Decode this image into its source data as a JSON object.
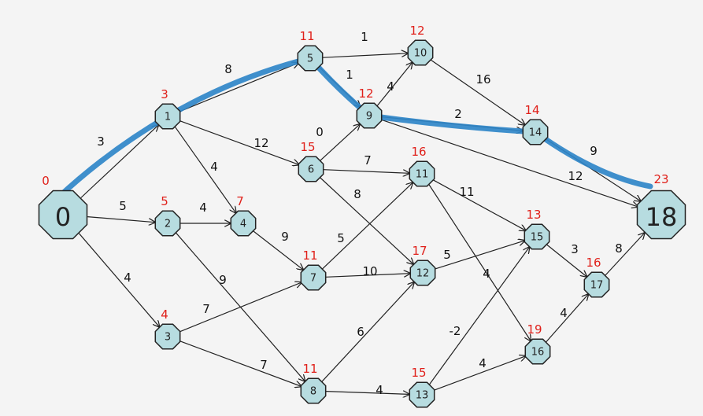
{
  "highlight_color": "#2f86c8",
  "node_fill": "#b7dce0",
  "distance_color": "#e0201a",
  "nodes": [
    {
      "id": "0",
      "label": "0",
      "dist": "0"
    },
    {
      "id": "1",
      "label": "1",
      "dist": "3"
    },
    {
      "id": "2",
      "label": "2",
      "dist": "5"
    },
    {
      "id": "3",
      "label": "3",
      "dist": "4"
    },
    {
      "id": "4",
      "label": "4",
      "dist": "7"
    },
    {
      "id": "5",
      "label": "5",
      "dist": "11"
    },
    {
      "id": "6",
      "label": "6",
      "dist": "15"
    },
    {
      "id": "7",
      "label": "7",
      "dist": "11"
    },
    {
      "id": "8",
      "label": "8",
      "dist": "11"
    },
    {
      "id": "9",
      "label": "9",
      "dist": "12"
    },
    {
      "id": "10",
      "label": "10",
      "dist": "12"
    },
    {
      "id": "11",
      "label": "11",
      "dist": "16"
    },
    {
      "id": "12",
      "label": "12",
      "dist": "17"
    },
    {
      "id": "13",
      "label": "13",
      "dist": "15"
    },
    {
      "id": "14",
      "label": "14",
      "dist": "14"
    },
    {
      "id": "15",
      "label": "15",
      "dist": "13"
    },
    {
      "id": "16",
      "label": "16",
      "dist": "19"
    },
    {
      "id": "17",
      "label": "17",
      "dist": "16"
    },
    {
      "id": "18",
      "label": "18",
      "dist": "23"
    }
  ],
  "edges": [
    {
      "from": "0",
      "to": "1",
      "w": "3"
    },
    {
      "from": "0",
      "to": "2",
      "w": "5"
    },
    {
      "from": "0",
      "to": "3",
      "w": "4"
    },
    {
      "from": "1",
      "to": "5",
      "w": "8"
    },
    {
      "from": "1",
      "to": "6",
      "w": "12"
    },
    {
      "from": "1",
      "to": "4",
      "w": "4"
    },
    {
      "from": "2",
      "to": "4",
      "w": "4"
    },
    {
      "from": "2",
      "to": "8",
      "w": "9"
    },
    {
      "from": "3",
      "to": "7",
      "w": "7"
    },
    {
      "from": "3",
      "to": "8",
      "w": "7"
    },
    {
      "from": "4",
      "to": "7",
      "w": "9"
    },
    {
      "from": "5",
      "to": "10",
      "w": "1"
    },
    {
      "from": "5",
      "to": "9",
      "w": "1"
    },
    {
      "from": "6",
      "to": "9",
      "w": "0"
    },
    {
      "from": "6",
      "to": "11",
      "w": "7"
    },
    {
      "from": "6",
      "to": "12",
      "w": "8"
    },
    {
      "from": "7",
      "to": "11",
      "w": "5"
    },
    {
      "from": "7",
      "to": "12",
      "w": "10"
    },
    {
      "from": "8",
      "to": "12",
      "w": "6"
    },
    {
      "from": "8",
      "to": "13",
      "w": "4"
    },
    {
      "from": "9",
      "to": "10",
      "w": "4"
    },
    {
      "from": "9",
      "to": "14",
      "w": "2"
    },
    {
      "from": "9",
      "to": "18",
      "w": "12"
    },
    {
      "from": "10",
      "to": "14",
      "w": "16"
    },
    {
      "from": "11",
      "to": "15",
      "w": "11"
    },
    {
      "from": "11",
      "to": "16",
      "w": "4"
    },
    {
      "from": "12",
      "to": "15",
      "w": "5"
    },
    {
      "from": "13",
      "to": "15",
      "w": "-2"
    },
    {
      "from": "13",
      "to": "16",
      "w": "4"
    },
    {
      "from": "14",
      "to": "18",
      "w": "9"
    },
    {
      "from": "15",
      "to": "17",
      "w": "3"
    },
    {
      "from": "16",
      "to": "17",
      "w": "4"
    },
    {
      "from": "17",
      "to": "18",
      "w": "8"
    }
  ],
  "highlighted_path": [
    "0",
    "1",
    "5",
    "9",
    "14",
    "18"
  ]
}
